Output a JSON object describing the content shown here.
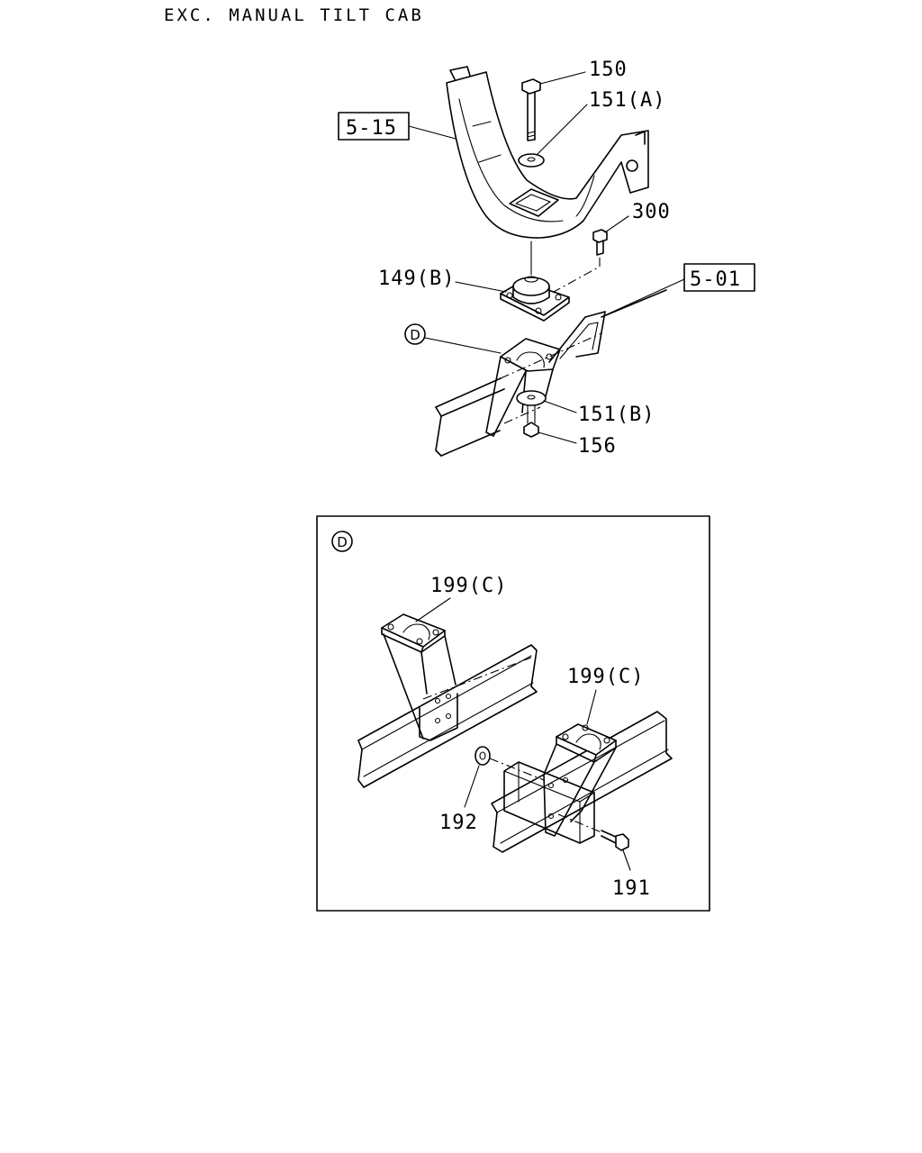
{
  "header": {
    "caption": "EXC. MANUAL TILT CAB"
  },
  "callouts": {
    "c150": "150",
    "c151a": "151(A)",
    "c300": "300",
    "c149b": "149(B)",
    "c151b": "151(B)",
    "c156": "156",
    "c199c_top": "199(C)",
    "c199c_right": "199(C)",
    "c192": "192",
    "c191": "191"
  },
  "references": {
    "ref_5_15": "5-15",
    "ref_5_01": "5-01"
  },
  "detail": {
    "marker_main": "D",
    "marker_inset": "D"
  }
}
